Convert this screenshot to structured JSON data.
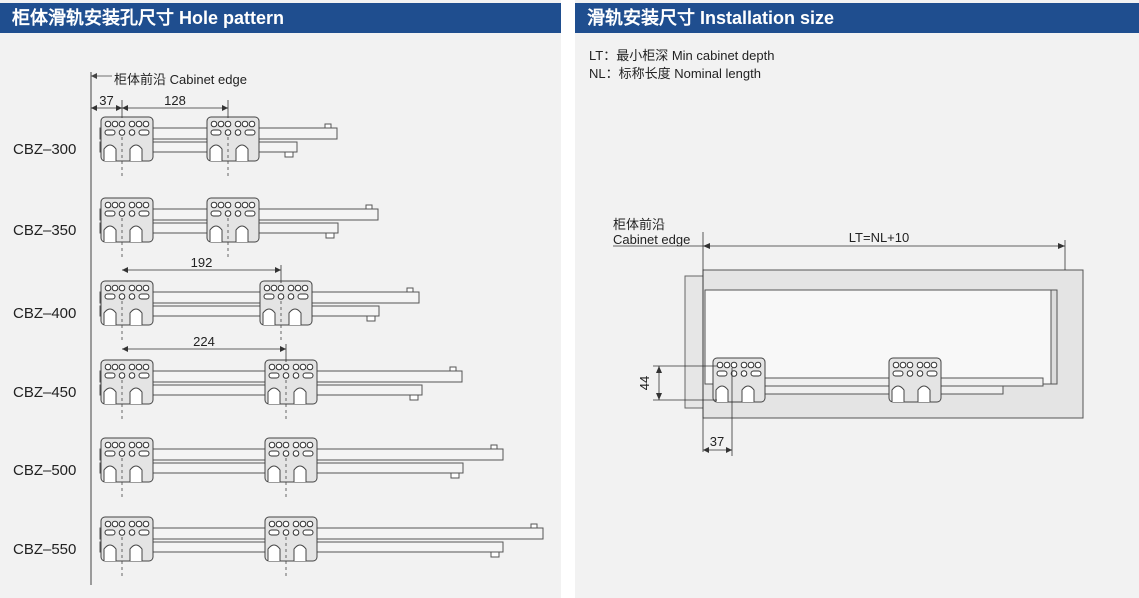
{
  "left": {
    "title": "柜体滑轨安装孔尺寸  Hole pattern",
    "cabinet_edge": "柜体前沿 Cabinet edge",
    "dims": {
      "front": "37",
      "pitch_128": "128",
      "pitch_192": "192",
      "pitch_224": "224"
    },
    "models": [
      "CBZ–300",
      "CBZ–350",
      "CBZ–400",
      "CBZ–450",
      "CBZ–500",
      "CBZ–550"
    ]
  },
  "right": {
    "title": "滑轨安装尺寸  Installation size",
    "legend_lt": "LT：最小柜深  Min cabinet depth",
    "legend_nl": "NL：标称长度  Nominal length",
    "cabinet_edge_cn": "柜体前沿",
    "cabinet_edge_en": "Cabinet edge",
    "dim_lt": "LT=NL+10",
    "dim_height": "44",
    "dim_front": "37"
  },
  "colors": {
    "header": "#1f4e8f",
    "line": "#444444",
    "panel": "#f2f2f2"
  }
}
